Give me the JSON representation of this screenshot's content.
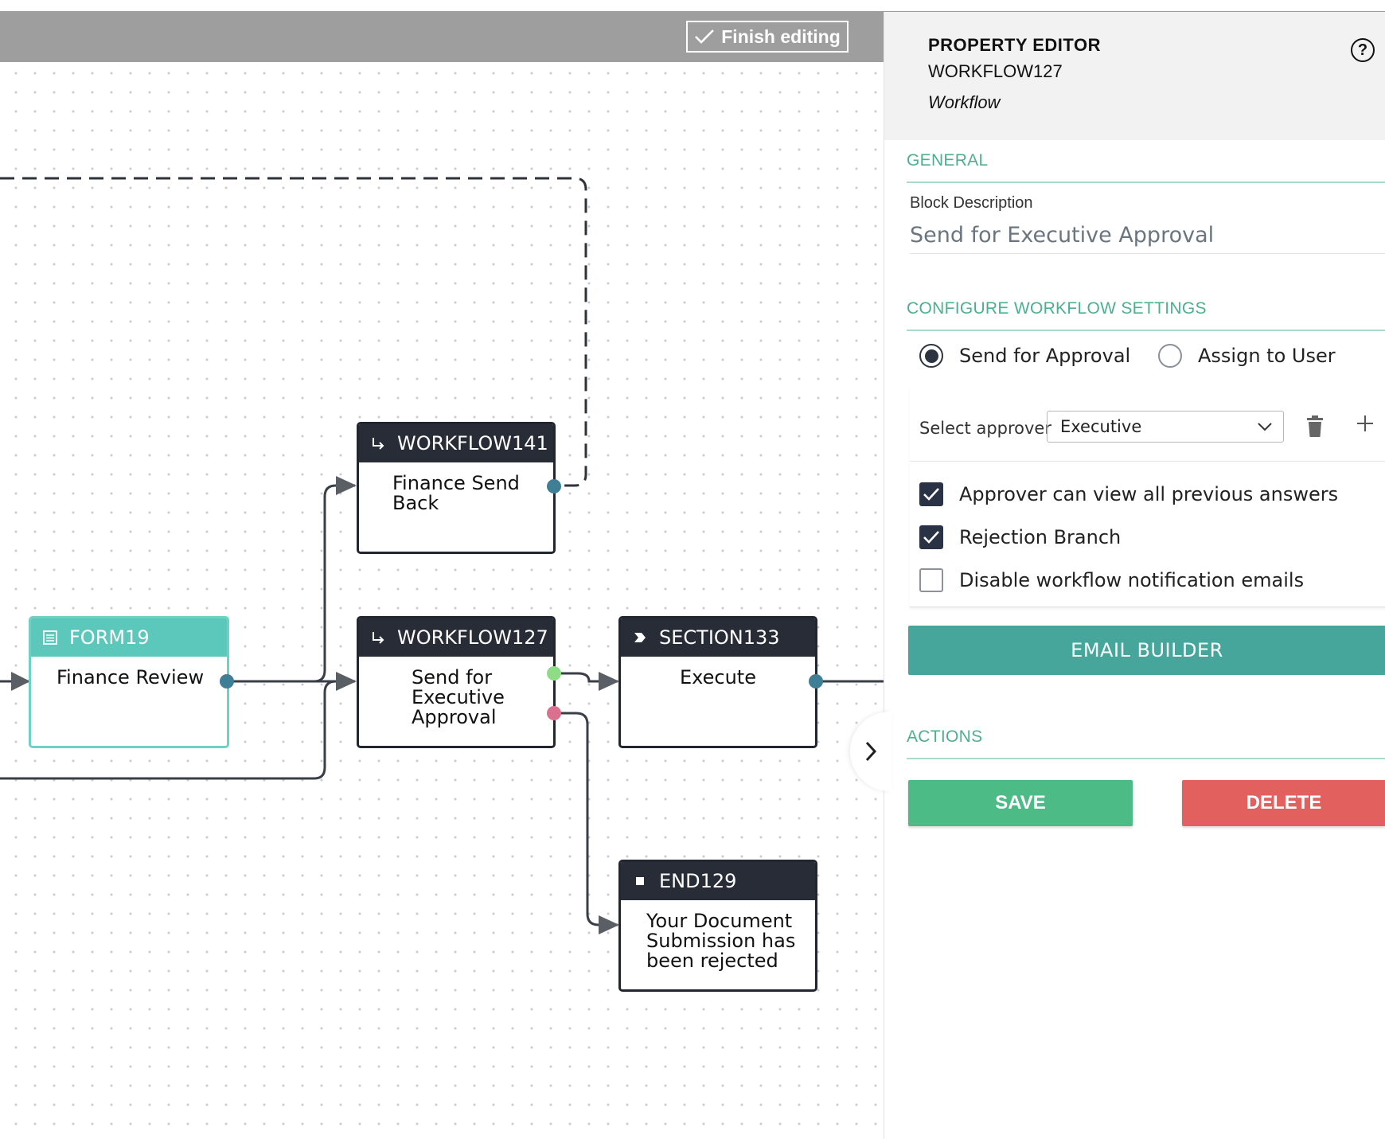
{
  "toolbar": {
    "finish_label": "Finish editing"
  },
  "nodes": {
    "form19": {
      "id": "FORM19",
      "text": "Finance Review",
      "icon": "form-icon"
    },
    "workflow141": {
      "id": "WORKFLOW141",
      "line1": "Finance Send",
      "line2": "Back",
      "icon": "branch-arrow-icon"
    },
    "workflow127": {
      "id": "WORKFLOW127",
      "line1": "Send for",
      "line2": "Executive",
      "line3": "Approval",
      "icon": "branch-arrow-icon"
    },
    "section133": {
      "id": "SECTION133",
      "text": "Execute",
      "icon": "chevron-section-icon"
    },
    "end129": {
      "id": "END129",
      "line1": "Your Document",
      "line2": "Submission has",
      "line3": "been rejected",
      "icon": "stop-square-icon"
    }
  },
  "colors": {
    "accent_teal": "#5cc8bb",
    "approve_port": "#8fdc87",
    "reject_port": "#d9708e",
    "output_port": "#3f7f96",
    "save": "#4dbb86",
    "delete": "#e2605e",
    "email": "#47a69b",
    "section_label": "#4cb08f"
  },
  "panel": {
    "title": "PROPERTY EDITOR",
    "block_id": "WORKFLOW127",
    "block_type": "Workflow",
    "help_glyph": "?",
    "general_label": "GENERAL",
    "block_description_label": "Block Description",
    "block_description_value": "Send for Executive Approval",
    "configure_label": "CONFIGURE WORKFLOW SETTINGS",
    "radio_options": [
      {
        "label": "Send for Approval",
        "selected": true
      },
      {
        "label": "Assign to User",
        "selected": false
      }
    ],
    "approver_label": "Select approver",
    "approver_value": "Executive",
    "checkboxes": [
      {
        "label": "Approver can view all previous answers",
        "checked": true
      },
      {
        "label": "Rejection Branch",
        "checked": true
      },
      {
        "label": "Disable workflow notification emails",
        "checked": false
      }
    ],
    "email_builder_label": "EMAIL BUILDER",
    "actions_label": "ACTIONS",
    "save_label": "SAVE",
    "delete_label": "DELETE"
  }
}
